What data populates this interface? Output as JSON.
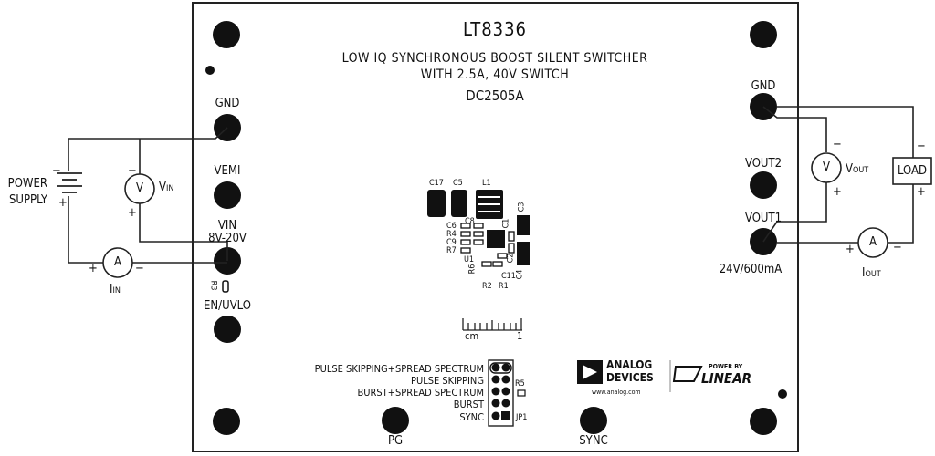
{
  "board": {
    "part": "LT8336",
    "subtitle1": "LOW IQ SYNCHRONOUS BOOST SILENT SWITCHER",
    "subtitle2": "WITH 2.5A, 40V SWITCH",
    "model": "DC2505A"
  },
  "left_terminals": {
    "gnd": "GND",
    "vemi": "VEMI",
    "vin": "VIN",
    "vin_range": "8V-20V",
    "en": "EN/UVLO",
    "r3": "R3"
  },
  "right_terminals": {
    "gnd": "GND",
    "vout2": "VOUT2",
    "vout1": "VOUT1",
    "rating": "24V/600mA"
  },
  "bottom_terminals": {
    "pg": "PG",
    "sync": "SYNC"
  },
  "external": {
    "power_supply_1": "POWER",
    "power_supply_2": "SUPPLY",
    "vin_meter": "V",
    "vin_label": "V",
    "vin_sub": "IN",
    "iin_meter": "A",
    "iin_label": "I",
    "iin_sub": "IN",
    "vout_meter": "V",
    "vout_label": "V",
    "vout_sub": "OUT",
    "iout_meter": "A",
    "iout_label": "I",
    "iout_sub": "OUT",
    "load": "LOAD",
    "plus": "+",
    "minus": "−"
  },
  "components": {
    "c17": "C17",
    "c5": "C5",
    "l1": "L1",
    "c3": "C3",
    "c1": "C1",
    "c6": "C6",
    "c8": "C8",
    "r4": "R4",
    "c9": "C9",
    "r7": "R7",
    "u1": "U1",
    "c2": "C2",
    "c4": "C4",
    "r6": "R6",
    "c11": "C11",
    "r2": "R2",
    "r1": "R1"
  },
  "ruler": {
    "unit": "cm",
    "one": "1"
  },
  "jumper": {
    "options": [
      "PULSE SKIPPING+SPREAD SPECTRUM",
      "PULSE SKIPPING",
      "BURST+SPREAD SPECTRUM",
      "BURST",
      "SYNC"
    ],
    "r5": "R5",
    "jp1": "JP1"
  },
  "logos": {
    "adi1": "ANALOG",
    "adi2": "DEVICES",
    "adi_url": "www.analog.com",
    "powered": "POWER BY",
    "linear": "LINEAR"
  }
}
